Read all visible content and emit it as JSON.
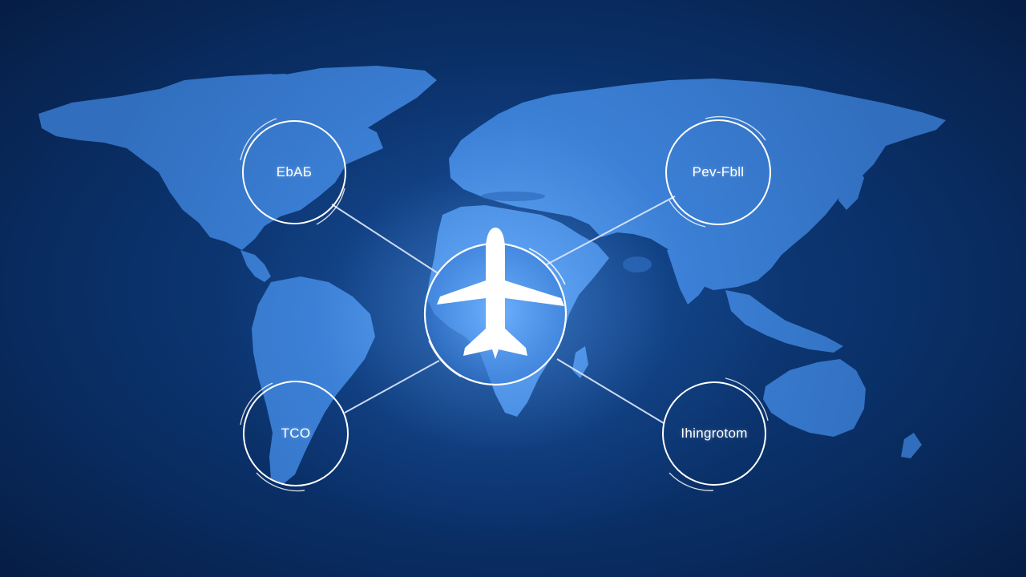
{
  "nodes": {
    "top_left": {
      "label": "EbAБ"
    },
    "top_right": {
      "label": "Pev-Fbll"
    },
    "bottom_left": {
      "label": "TCO"
    },
    "bottom_right": {
      "label": "Ihingrotom"
    }
  },
  "hub": {
    "icon": "airplane-icon"
  },
  "colors": {
    "background": "#082a5c",
    "landmass": "#3f86de",
    "ring": "#ffffff",
    "connector": "#dfeaff"
  }
}
